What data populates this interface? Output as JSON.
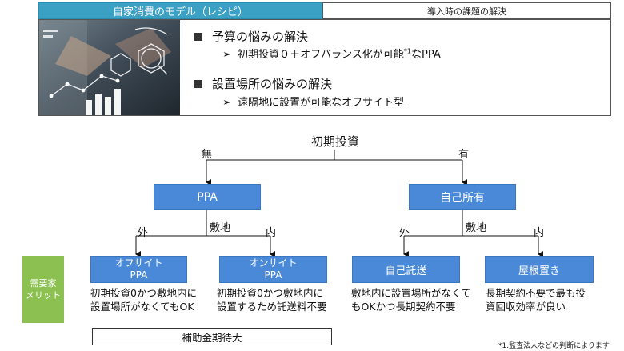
{
  "header": {
    "tab_active": "自家消費のモデル（レシピ）",
    "tab_inactive": "導入時の課題の解決"
  },
  "points": [
    {
      "title": "予算の悩みの解決",
      "sub_pre": "初期投資０＋オフバランス化が可能",
      "sub_sup": "*1",
      "sub_post": "なPPA"
    },
    {
      "title": "設置場所の悩みの解決",
      "sub_pre": "遠隔地に設置が可能なオフサイト型",
      "sub_sup": "",
      "sub_post": ""
    }
  ],
  "tree": {
    "root": "初期投資",
    "edge_no": "無",
    "edge_yes": "有",
    "ppa": "PPA",
    "own": "自己所有",
    "split_left": "敷地",
    "split_right": "敷地",
    "out_left": "外",
    "in_left": "内",
    "out_right": "外",
    "in_right": "内",
    "leaf1_line1": "オフサイト",
    "leaf1_line2": "PPA",
    "leaf2_line1": "オンサイト",
    "leaf2_line2": "PPA",
    "leaf3": "自己託送",
    "leaf4": "屋根置き"
  },
  "merit": {
    "label_line1": "需要家",
    "label_line2": "メリット",
    "desc1_line1": "初期投資0かつ敷地内に",
    "desc1_line2": "設置場所がなくてもOK",
    "desc2_line1": "初期投資0かつ敷地内に",
    "desc2_line2": "設置するため託送料不要",
    "desc3_line1": "敷地内に設置場所がなくて",
    "desc3_line2": "もOKかつ長期契約不要",
    "desc4_line1": "長期契約不要で最も投",
    "desc4_line2": "資回収効率が良い",
    "subsidy": "補助金期待大"
  },
  "footnote": "*1.監査法人などの判断によります",
  "colors": {
    "tab_active": "#3aa0c4",
    "box_blue": "#4a89d8",
    "merit_green": "#8cc152"
  }
}
